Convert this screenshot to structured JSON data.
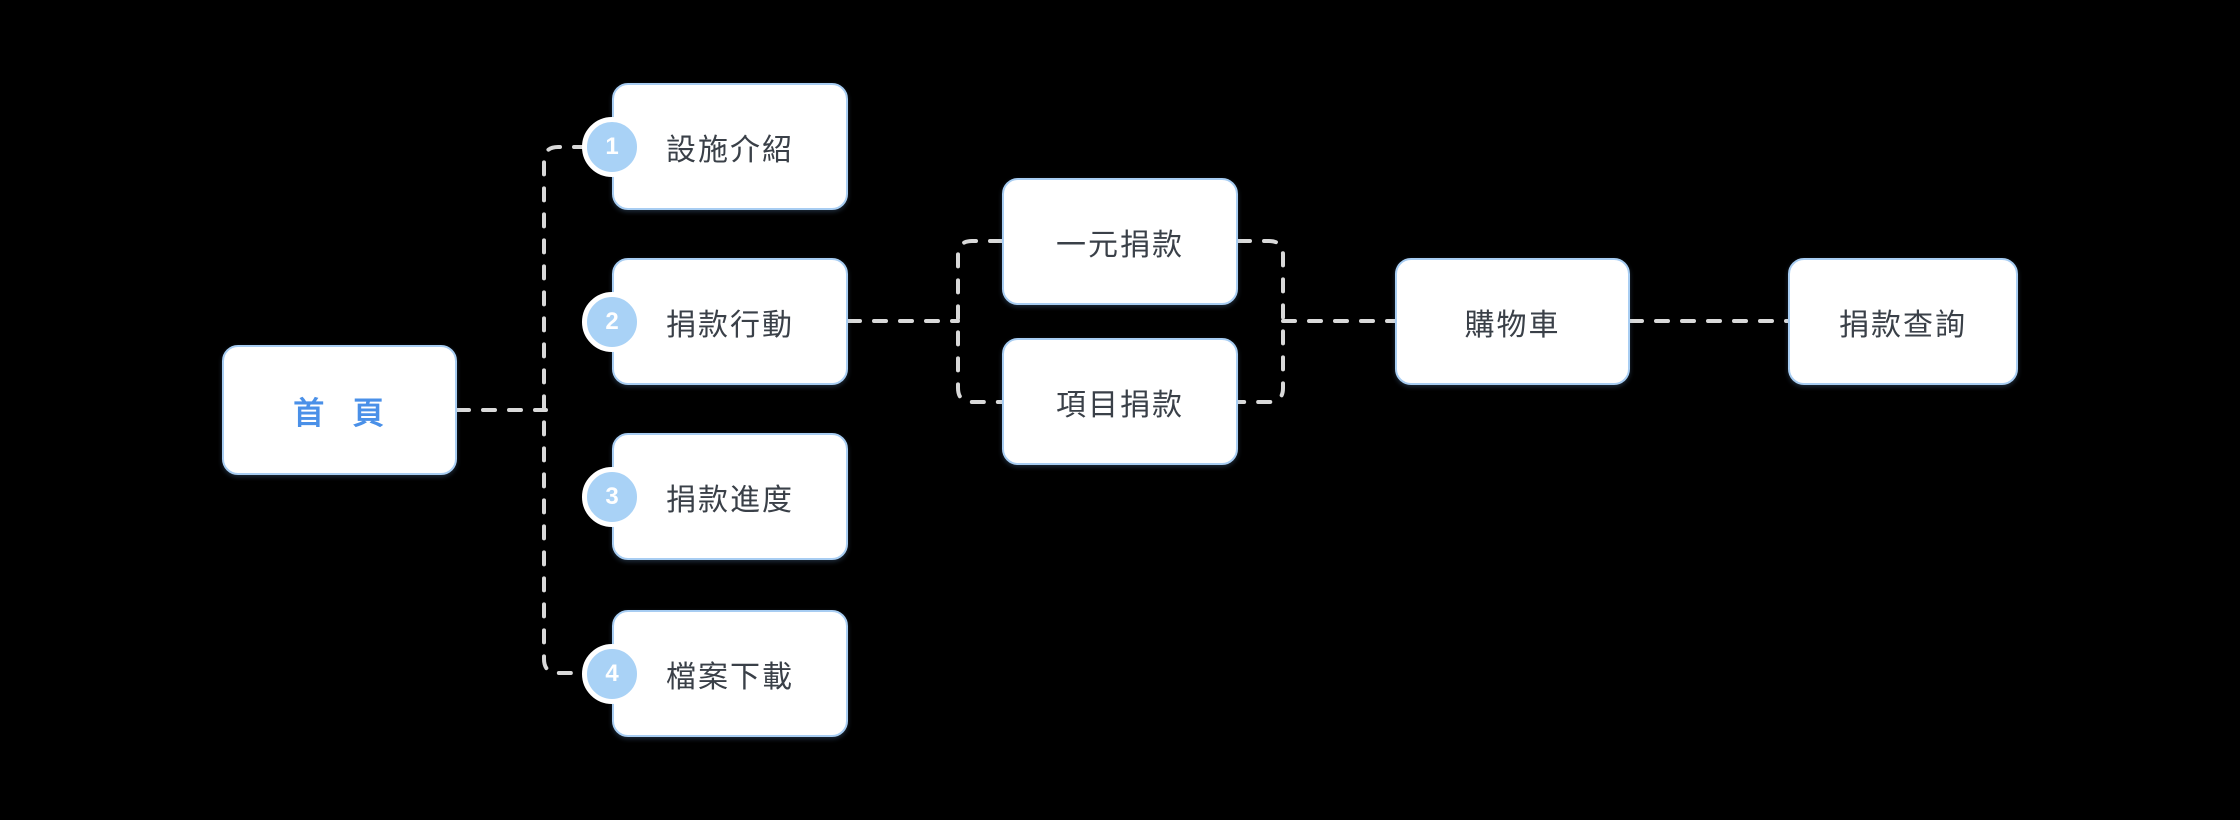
{
  "diagram_title": "donation-site-sitemap-flowchart",
  "colors": {
    "background": "#000000",
    "node-fill": "#ffffff",
    "node-border": "#a8cdf2",
    "node-text": "#3a4048",
    "accent": "#4a90e8",
    "line": "#d9d9d9",
    "badge-fill": "#a9d2f6",
    "badge-text": "#ffffff"
  },
  "nodes": {
    "home": {
      "label": "首 頁"
    },
    "facilities": {
      "label": "設施介紹",
      "badge": "1"
    },
    "donation_action": {
      "label": "捐款行動",
      "badge": "2"
    },
    "donation_progress": {
      "label": "捐款進度",
      "badge": "3"
    },
    "file_download": {
      "label": "檔案下載",
      "badge": "4"
    },
    "one_dollar_donation": {
      "label": "一元捐款"
    },
    "project_donation": {
      "label": "項目捐款"
    },
    "shopping_cart": {
      "label": "購物車"
    },
    "donation_inquiry": {
      "label": "捐款查詢"
    }
  }
}
